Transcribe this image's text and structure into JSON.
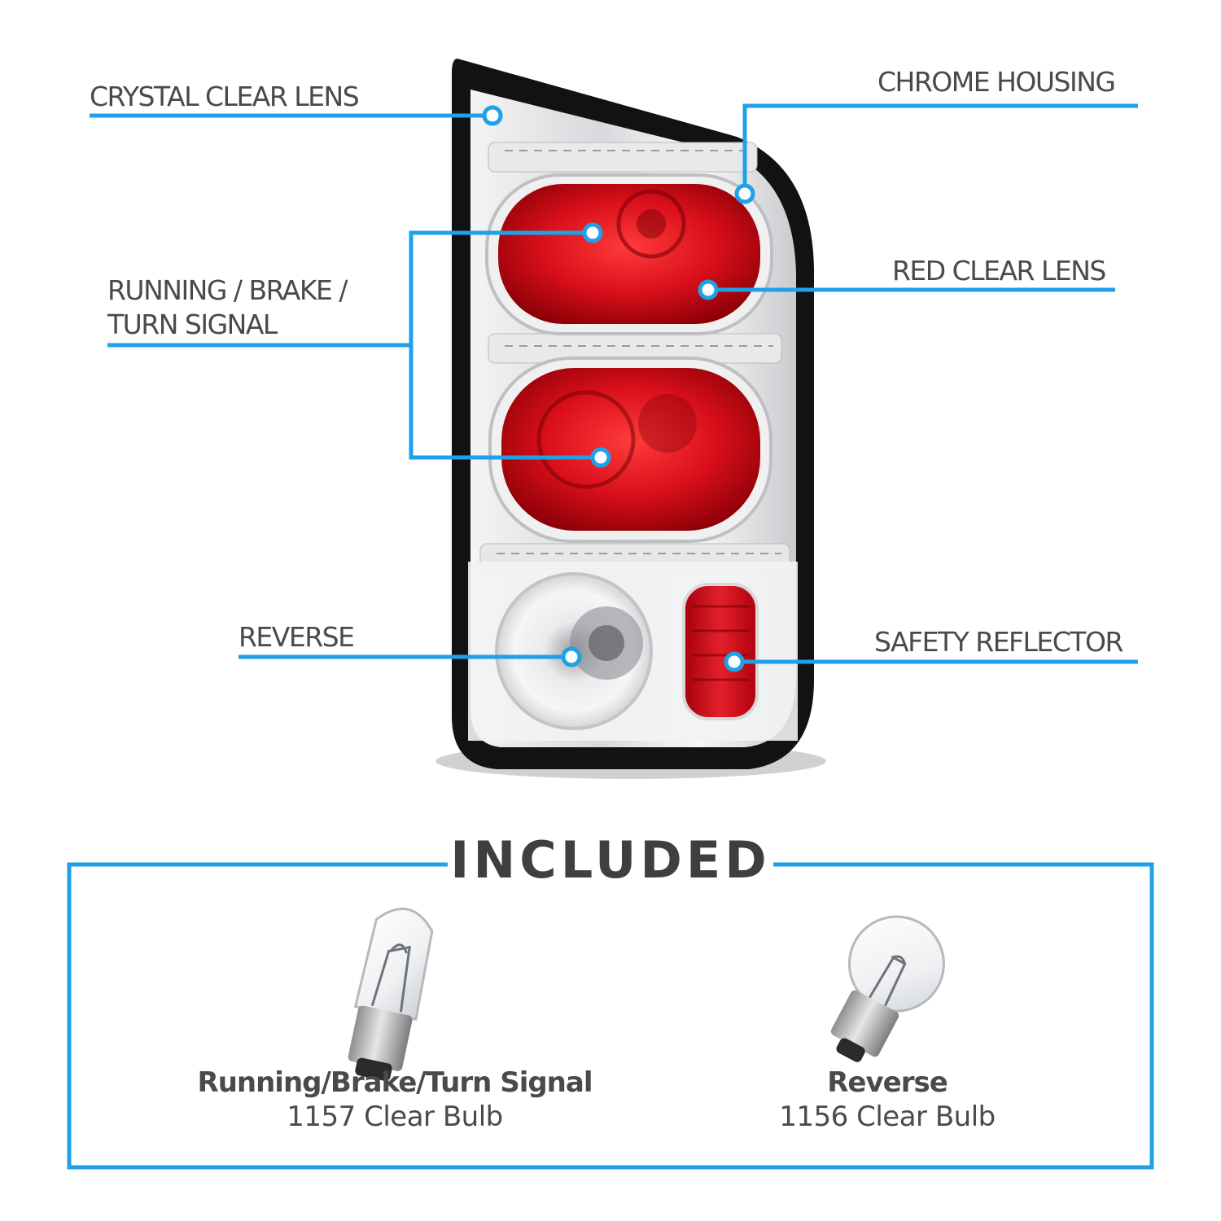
{
  "accent_color": "#1ea1e8",
  "callouts": {
    "crystal_clear_lens": "CRYSTAL CLEAR LENS",
    "chrome_housing": "CHROME HOUSING",
    "running_line1": "RUNNING / BRAKE /",
    "running_line2": "TURN SIGNAL",
    "red_clear_lens": "RED CLEAR LENS",
    "reverse": "REVERSE",
    "safety_reflector": "SAFETY REFLECTOR"
  },
  "included": {
    "title": "INCLUDED",
    "bulbs": [
      {
        "name": "Running/Brake/Turn Signal",
        "spec": "1157 Clear Bulb"
      },
      {
        "name": "Reverse",
        "spec": "1156 Clear Bulb"
      }
    ]
  }
}
